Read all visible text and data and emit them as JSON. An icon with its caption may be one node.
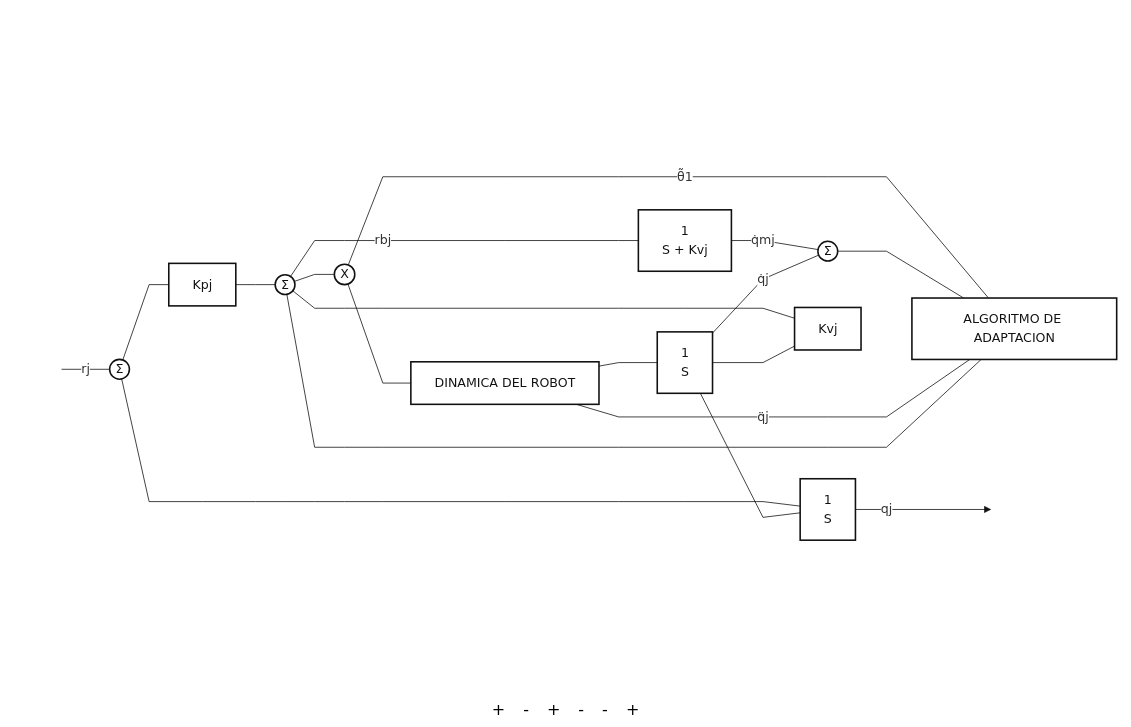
{
  "diagram": {
    "nodes": [
      {
        "text": [
          "Σ"
        ]
      },
      {
        "text": [
          "Kpj"
        ]
      },
      {
        "text": [
          "Σ"
        ]
      },
      {
        "text": [
          "X"
        ]
      },
      {
        "text": [
          "DINAMICA DEL ROBOT"
        ]
      },
      {
        "text": [
          "1",
          "S"
        ]
      },
      {
        "text": [
          "1",
          "S"
        ]
      },
      {
        "text": [
          "1",
          "S + Kvj"
        ]
      },
      {
        "text": [
          "ALGORITMO DE ADAPTACION"
        ]
      },
      {
        "text": [
          "Σ"
        ]
      },
      {
        "text": [
          "Kvj"
        ]
      }
    ],
    "edges": [
      {
        "from": null,
        "to": 0,
        "arrow": "none",
        "label": "rj"
      },
      {
        "from": 0,
        "to": 1,
        "arrow": "none"
      },
      {
        "from": 1,
        "to": 2,
        "arrow": "none"
      },
      {
        "from": 2,
        "to": 3,
        "arrow": "none"
      },
      {
        "from": 2,
        "to": 7,
        "arrow": "none",
        "label": "rbj"
      },
      {
        "from": 2,
        "to": 8,
        "arrow": "none"
      },
      {
        "from": 8,
        "to": 3,
        "arrow": "none",
        "label": "θ̃1"
      },
      {
        "from": 3,
        "to": 4,
        "arrow": "none"
      },
      {
        "from": 4,
        "to": 5,
        "arrow": "none"
      },
      {
        "from": 4,
        "to": 8,
        "arrow": "none",
        "label": "q̈j"
      },
      {
        "from": 5,
        "to": 6,
        "arrow": "none"
      },
      {
        "from": 5,
        "to": 9,
        "arrow": "none",
        "label": "q̇j"
      },
      {
        "from": 5,
        "to": 10,
        "arrow": "none"
      },
      {
        "from": 10,
        "to": 2,
        "arrow": "none"
      },
      {
        "from": 7,
        "to": 9,
        "arrow": "none",
        "label": "q̇mj"
      },
      {
        "from": 9,
        "to": 8,
        "arrow": "none"
      },
      {
        "from": 6,
        "to": null,
        "arrow": "to",
        "label": "qj"
      },
      {
        "from": 6,
        "to": 0,
        "arrow": "none"
      }
    ],
    "labels": [
      "+",
      "-",
      "+",
      "-",
      "-",
      "+"
    ]
  }
}
